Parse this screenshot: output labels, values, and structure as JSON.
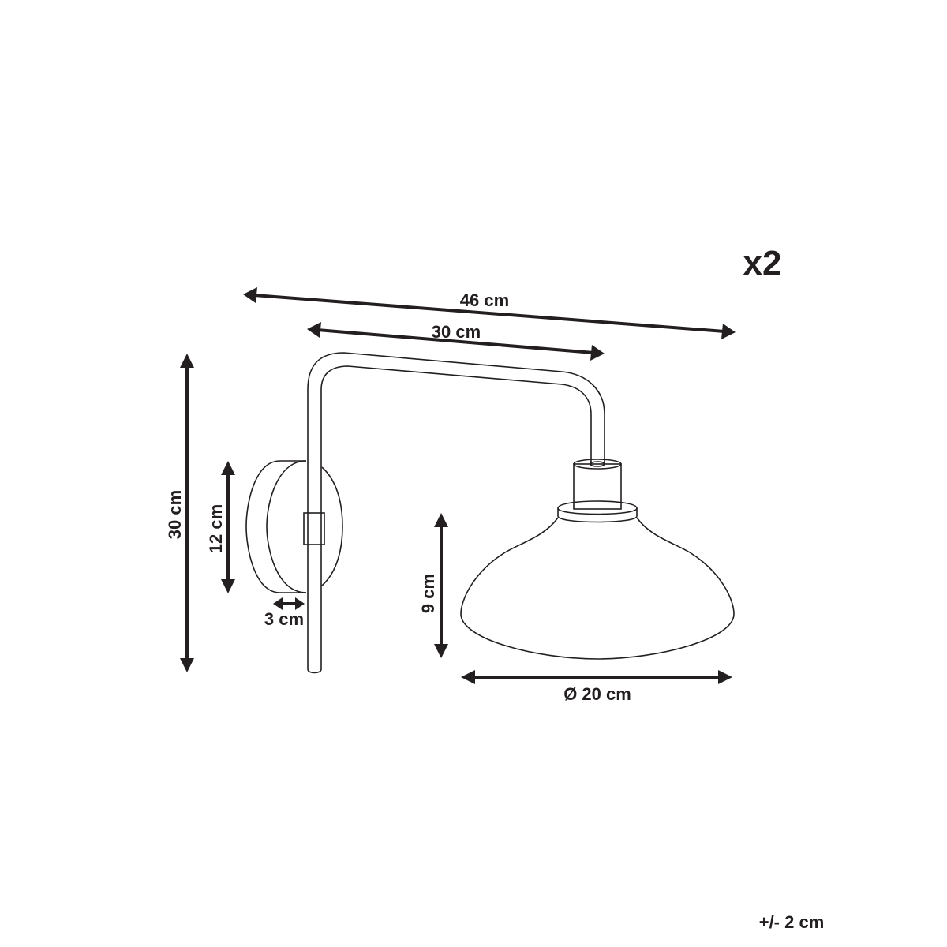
{
  "diagram": {
    "subject": "wall lamp",
    "quantity_label": "x2",
    "tolerance_label": "+/- 2 cm",
    "dimensions": {
      "total_width": "46 cm",
      "arm_width": "30 cm",
      "total_height": "30 cm",
      "backplate_height": "12 cm",
      "backplate_depth": "3 cm",
      "shade_height": "9 cm",
      "shade_diameter": "Ø 20 cm"
    },
    "colors": {
      "line": "#231f20",
      "background": "#ffffff"
    }
  }
}
